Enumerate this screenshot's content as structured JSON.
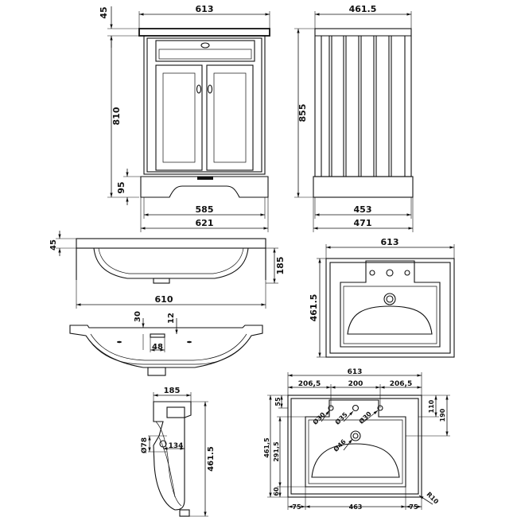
{
  "dims": {
    "front_width": "613",
    "front_top_height": "45",
    "front_height": "810",
    "front_plinth_height": "95",
    "front_inner_width": "585",
    "front_base_width": "621",
    "side_width": "461.5",
    "side_height": "855",
    "side_inner_width": "453",
    "side_base_width": "471",
    "basin_side_top": "45",
    "basin_side_height": "185",
    "basin_side_width": "610",
    "section_30": "30",
    "section_12": "12",
    "section_48": "48",
    "plan_width": "613",
    "plan_depth": "461.5",
    "profile_width": "185",
    "profile_78": "Ø78",
    "profile_134": "134",
    "profile_depth": "461.5",
    "detail_width": "613",
    "detail_206_left": "206,5",
    "detail_200": "200",
    "detail_206_right": "206,5",
    "detail_55": "55",
    "detail_110": "110",
    "detail_190": "190",
    "detail_4615": "461,5",
    "detail_2915": "291,5",
    "detail_60": "60",
    "detail_75_left": "75",
    "detail_463": "463",
    "detail_75_right": "75",
    "detail_r10": "R10",
    "hole_d30a": "Ø30",
    "hole_d35": "Ø35",
    "hole_d30b": "Ø30",
    "hole_d46": "Ø46"
  }
}
